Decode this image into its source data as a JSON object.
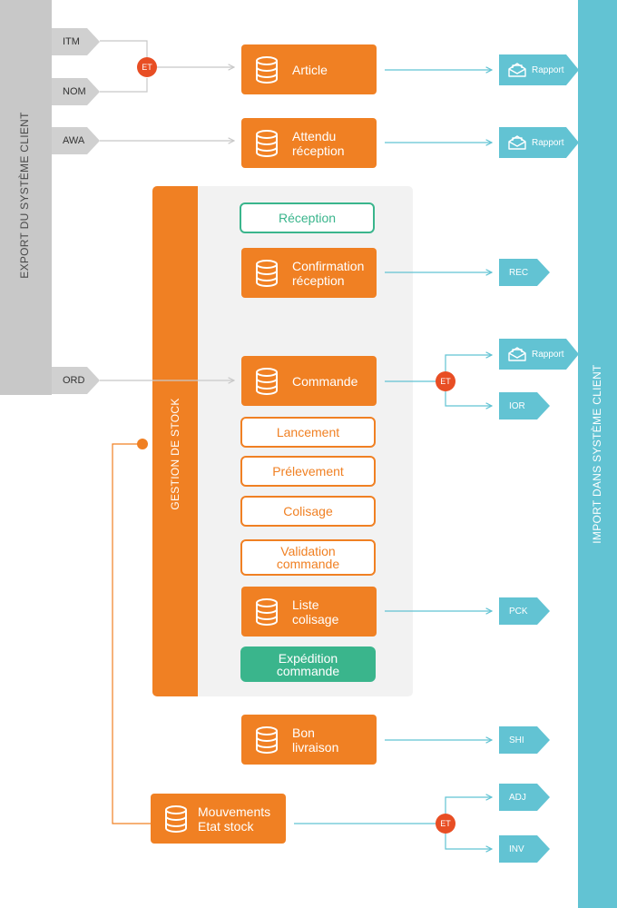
{
  "left_band": {
    "label": "EXPORT DU SYSTÈME CLIENT"
  },
  "right_band": {
    "label": "IMPORT DANS SYSTÈME CLIENT"
  },
  "sources": {
    "itm": "ITM",
    "nom": "NOM",
    "awa": "AWA",
    "ord": "ORD"
  },
  "stock_group": {
    "label": "GESTION DE STOCK"
  },
  "boxes": {
    "article": "Article",
    "attendu": [
      "Attendu",
      "réception"
    ],
    "reception": "Réception",
    "confirmation": [
      "Confirmation",
      "réception"
    ],
    "commande": "Commande",
    "lancement": "Lancement",
    "prelevement": "Prélevement",
    "colisage": "Colisage",
    "validation": [
      "Validation",
      "commande"
    ],
    "liste": [
      "Liste",
      "colisage"
    ],
    "expedition": [
      "Expédition",
      "commande"
    ],
    "bon": [
      "Bon",
      "livraison"
    ],
    "mouvements": [
      "Mouvements",
      "Etat stock"
    ]
  },
  "outputs": {
    "rapport_1": "Rapport",
    "rapport_2": "Rapport",
    "rec": "REC",
    "rapport_3": "Rapport",
    "ior": "IOR",
    "pck": "PCK",
    "shi": "SHI",
    "adj": "ADJ",
    "inv": "INV"
  },
  "connectors": {
    "et_1": "ET",
    "et_2": "ET",
    "et_3": "ET"
  },
  "colors": {
    "orange": "#f08023",
    "teal": "#62c3d3",
    "green": "#3ab58c",
    "red": "#e84e24",
    "grey_band": "#c8c8c8",
    "panel": "#f2f2f2"
  },
  "icons": {
    "box": "database-icon",
    "rapport": "mail-icon"
  }
}
